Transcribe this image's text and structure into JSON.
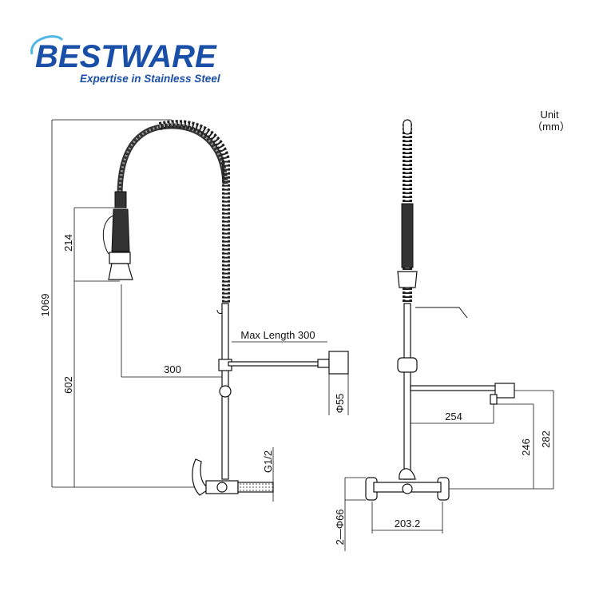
{
  "brand": {
    "name": "BESTWARE",
    "tagline": "Expertise in Stainless Steel",
    "primary_color": "#1a4fa8",
    "accent_color": "#4fb6e6"
  },
  "units": {
    "label": "Unit",
    "value": "（mm）"
  },
  "dimensions": {
    "total_height": "1069",
    "spray_height": "214",
    "lower_height": "602",
    "spray_reach": "300",
    "max_length": "Max Length 300",
    "diameter_55": "Φ55",
    "inlet_thread": "G1/2",
    "arm_length": "254",
    "height_246": "246",
    "height_282": "282",
    "inlet_spacing": "203.2",
    "inlet_diameter": "2—Φ66"
  }
}
